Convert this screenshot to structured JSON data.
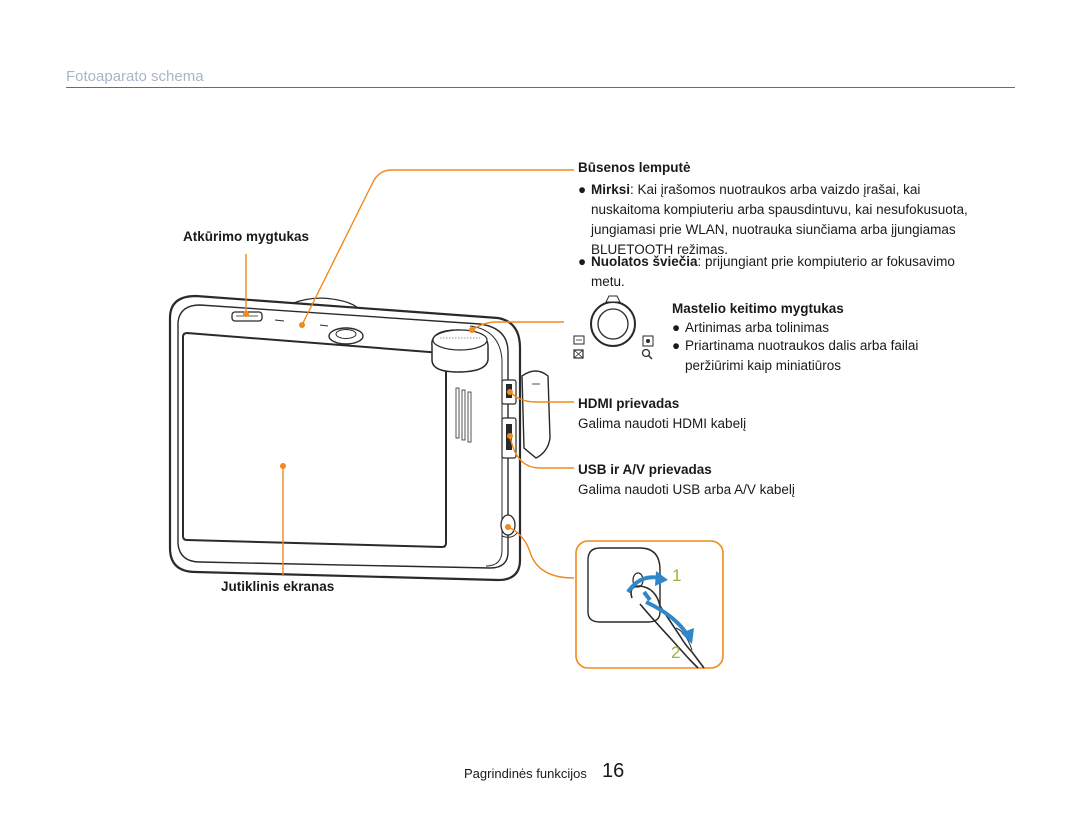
{
  "header": {
    "section_title": "Fotoaparato schema"
  },
  "labels": {
    "status_lamp": {
      "title": "Būsenos lemputė",
      "bullet1_label": "Mirksi",
      "bullet1_lines": [
        ": Kai įrašomos nuotraukos arba vaizdo įrašai, kai",
        "nuskaitoma kompiuteriu arba spausdintuvu, kai nesufokusuota,",
        "jungiamasi prie WLAN, nuotrauka siunčiama arba įjungiamas",
        "BLUETOOTH režimas."
      ],
      "bullet2_label": "Nuolatos šviečia",
      "bullet2_lines": [
        ": prijungiant prie kompiuterio ar fokusavimo",
        "metu."
      ]
    },
    "playback_button": {
      "title": "Atkūrimo mygtukas"
    },
    "zoom_button": {
      "title": "Mastelio keitimo mygtukas",
      "bullets": [
        "Artinimas arba tolinimas",
        "Priartinama nuotraukos dalis arba failai",
        "peržiūrimi kaip miniatiūros"
      ]
    },
    "hdmi_port": {
      "title": "HDMI prievadas",
      "desc": "Galima naudoti HDMI kabelį"
    },
    "usb_av_port": {
      "title": "USB ir A/V prievadas",
      "desc": "Galima naudoti USB arba A/V kabelį"
    },
    "touch_screen": {
      "title": "Jutiklinis ekranas"
    }
  },
  "strap_steps": [
    "1",
    "2"
  ],
  "bullet_symbol": "●",
  "footer": {
    "chapter": "Pagrindinės funkcijos",
    "page_number": "16"
  },
  "colors": {
    "callout": "#f08a1c",
    "arrow_blue": "#2f86c8",
    "step_green": "#93b83a",
    "title_gray": "#a9b6c4"
  }
}
